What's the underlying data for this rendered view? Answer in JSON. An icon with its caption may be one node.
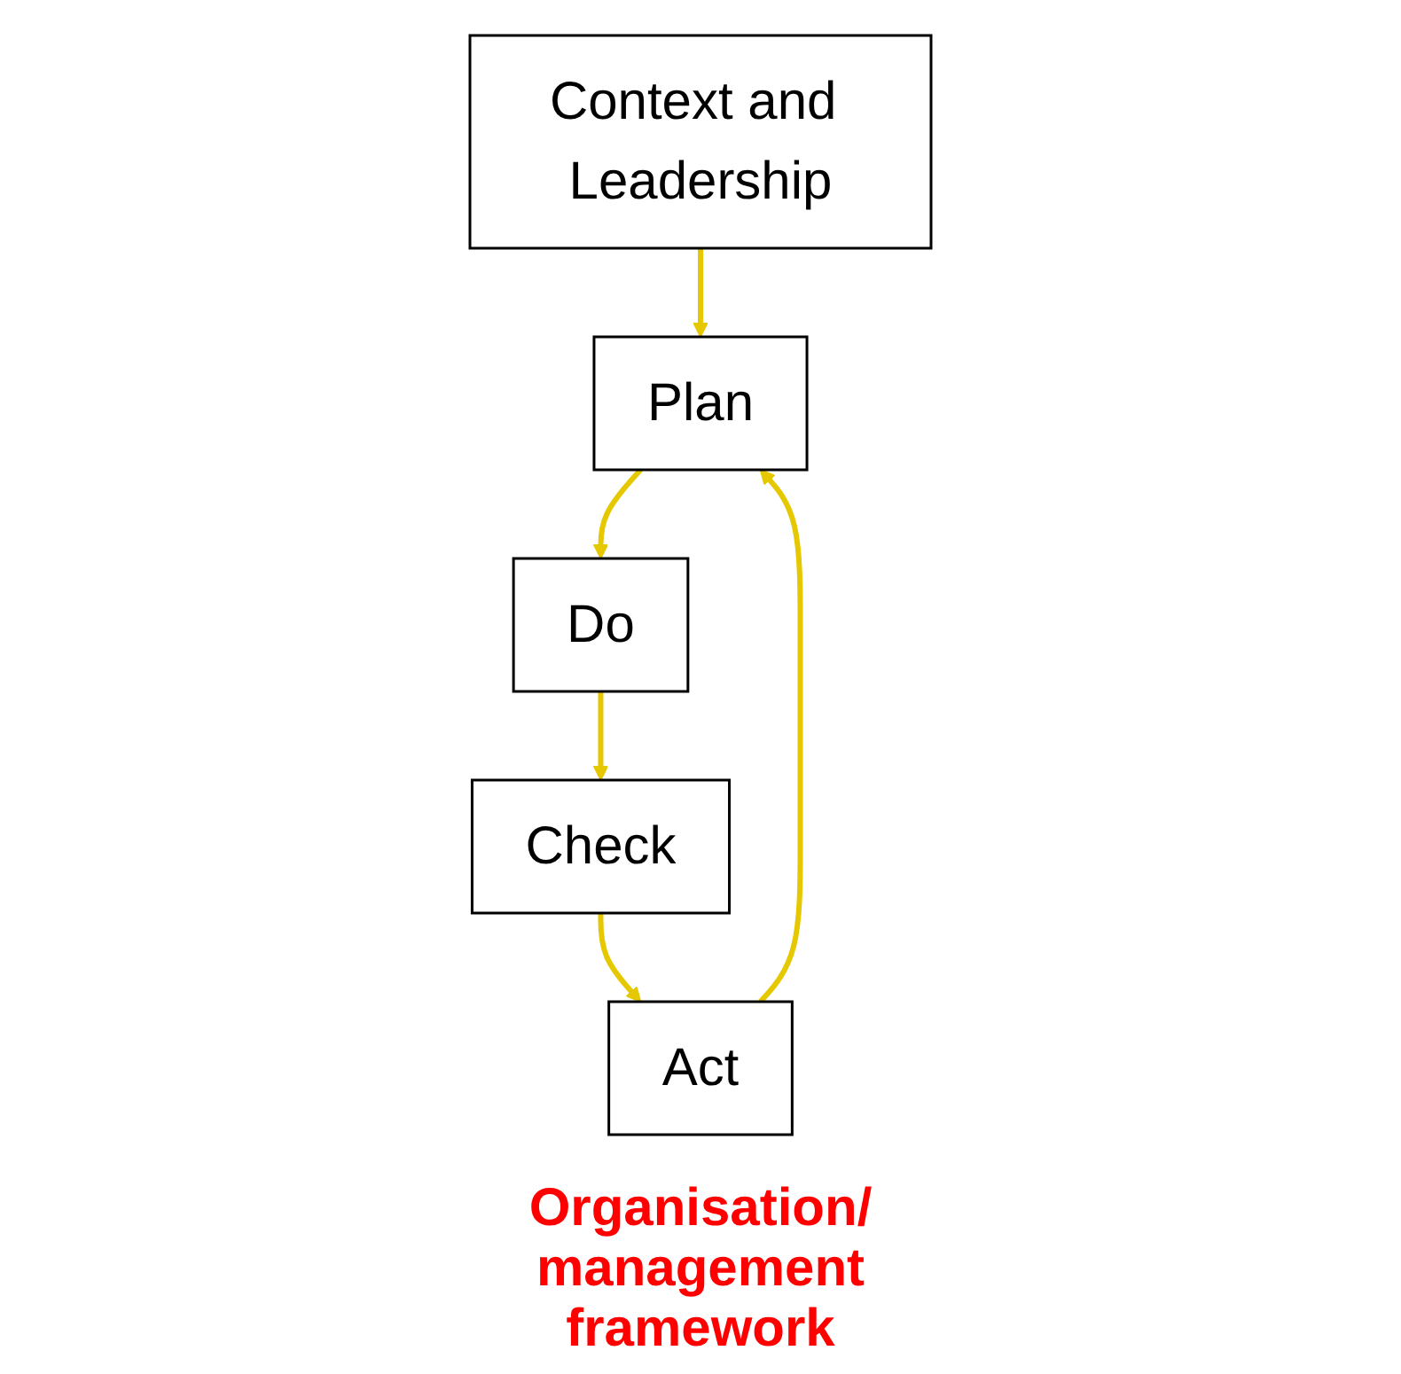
{
  "diagram": {
    "nodes": [
      {
        "text": [
          "Context and Leadership"
        ]
      },
      {
        "text": [
          "Plan"
        ]
      },
      {
        "text": [
          "Do"
        ]
      },
      {
        "text": [
          "Check"
        ]
      },
      {
        "text": [
          "Act"
        ]
      }
    ],
    "edges": [
      {
        "from": 0,
        "to": 1,
        "arrow": "to"
      },
      {
        "from": 1,
        "to": 2,
        "arrow": "to"
      },
      {
        "from": 2,
        "to": 3,
        "arrow": "to"
      },
      {
        "from": 3,
        "to": 4,
        "arrow": "to"
      },
      {
        "from": 4,
        "to": 1,
        "arrow": "to"
      }
    ],
    "labels": [
      "Organisation/ management framework"
    ]
  }
}
